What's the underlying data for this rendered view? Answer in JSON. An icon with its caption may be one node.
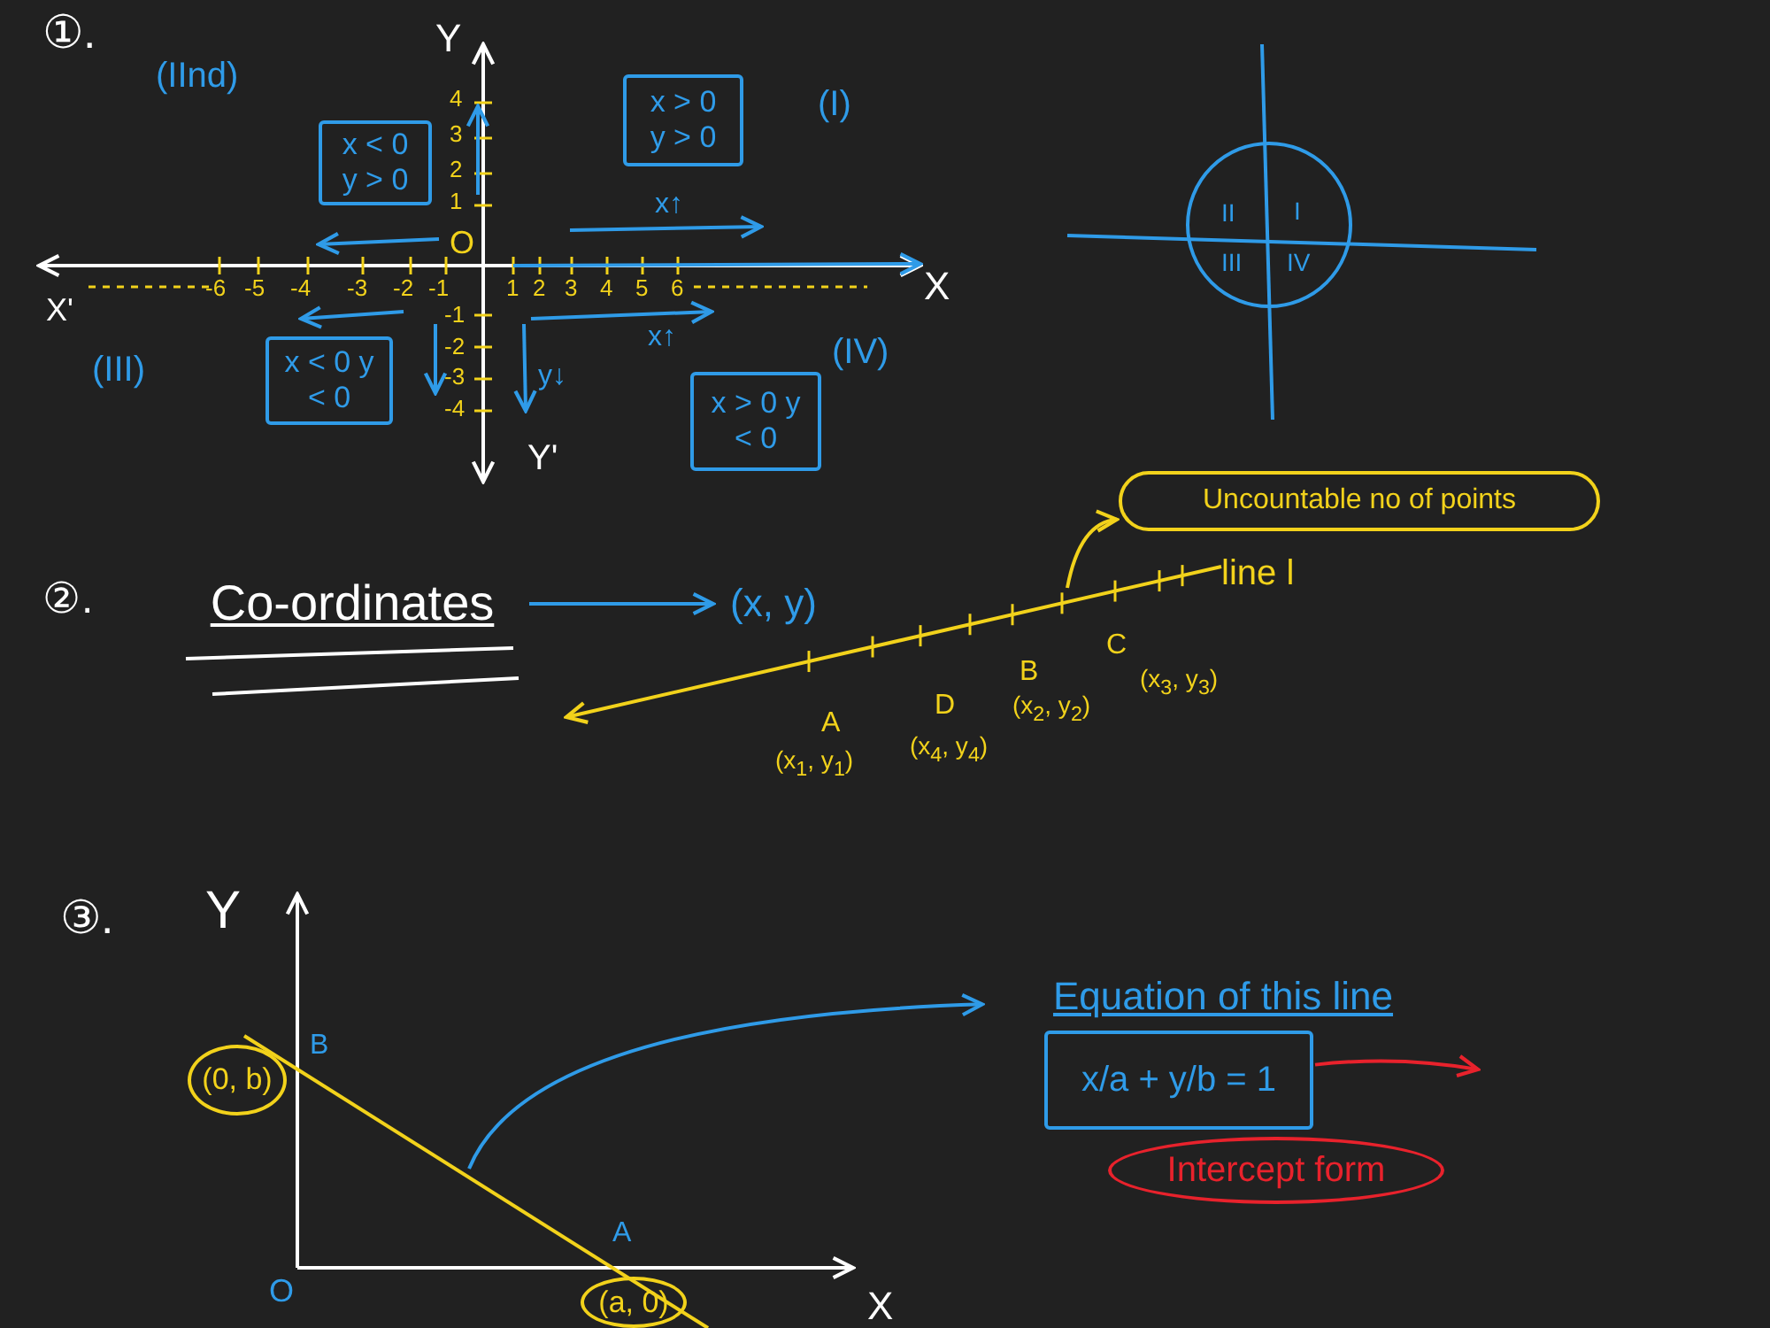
{
  "diagram": {
    "nodes": [
      {
        "text": [
          "x < 0 y > 0"
        ]
      },
      {
        "text": [
          "x > 0 y > 0"
        ]
      },
      {
        "text": [
          "x < 0 y < 0"
        ]
      },
      {
        "text": [
          "x > 0 y < 0"
        ]
      },
      {
        "text": [
          "Co-ordinates"
        ]
      },
      {
        "text": [
          "(x, y)"
        ]
      },
      {
        "text": [
          "Uncountable no of points"
        ]
      },
      {
        "text": [
          "x/a + y/b = 1"
        ]
      },
      {
        "text": [
          "(0, b)"
        ]
      },
      {
        "text": [
          "(a, 0)"
        ]
      },
      {
        "text": [
          "Equation of this line"
        ]
      },
      {
        "text": [
          "Intercept form"
        ]
      }
    ],
    "edges": [
      {
        "from": 4,
        "to": 5,
        "arrow": "to"
      },
      {
        "from": null,
        "to": 6,
        "arrow": "to",
        "color": "#f2d21b"
      },
      {
        "from": null,
        "to": 10,
        "arrow": "to"
      },
      {
        "from": 7,
        "to": null,
        "arrow": "to",
        "color": "#e8222c"
      }
    ],
    "labels": [
      "①.",
      "(IInd)",
      "Y",
      "4",
      "3",
      "2",
      "1",
      "O",
      "(I)",
      "x↑",
      "X'",
      "-6",
      "-5",
      "-4",
      "-3",
      "-2",
      "-1",
      "1",
      "2",
      "3",
      "4",
      "5",
      "6",
      "X",
      "-1",
      "-2",
      "-3",
      "-4",
      "y↓",
      "x↑",
      "(III)",
      "(IV)",
      "Y'",
      "II",
      "I",
      "III",
      "IV",
      "②.",
      "line l",
      "A",
      "(x$_{1}$, y$_{1}$)",
      "D",
      "(x$_{4}$, y$_{4}$)",
      "B",
      "(x$_{2}$, y$_{2}$)",
      "C",
      "(x$_{3}$, y$_{3}$)",
      "③.",
      "Y",
      "B",
      "O",
      "A",
      "X"
    ]
  }
}
